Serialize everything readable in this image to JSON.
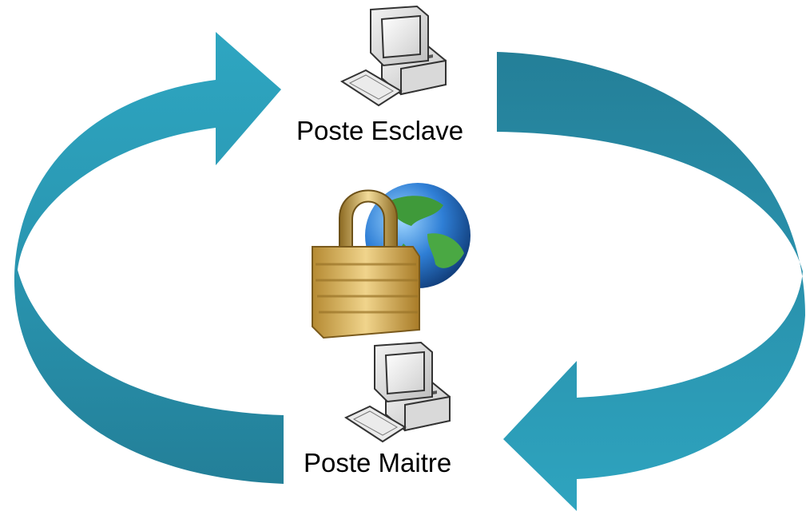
{
  "nodes": {
    "slave": {
      "label": "Poste Esclave",
      "icon": "computer-icon"
    },
    "master": {
      "label": "Poste Maitre",
      "icon": "computer-icon"
    },
    "center": {
      "icon": "padlock-globe-icon"
    }
  },
  "flows": [
    {
      "from": "master",
      "to": "slave",
      "side": "left"
    },
    {
      "from": "slave",
      "to": "master",
      "side": "right"
    }
  ],
  "colors": {
    "arrow_light": "#2ea2bd",
    "arrow_dark": "#227d95",
    "text": "#000000",
    "background": "#ffffff"
  }
}
